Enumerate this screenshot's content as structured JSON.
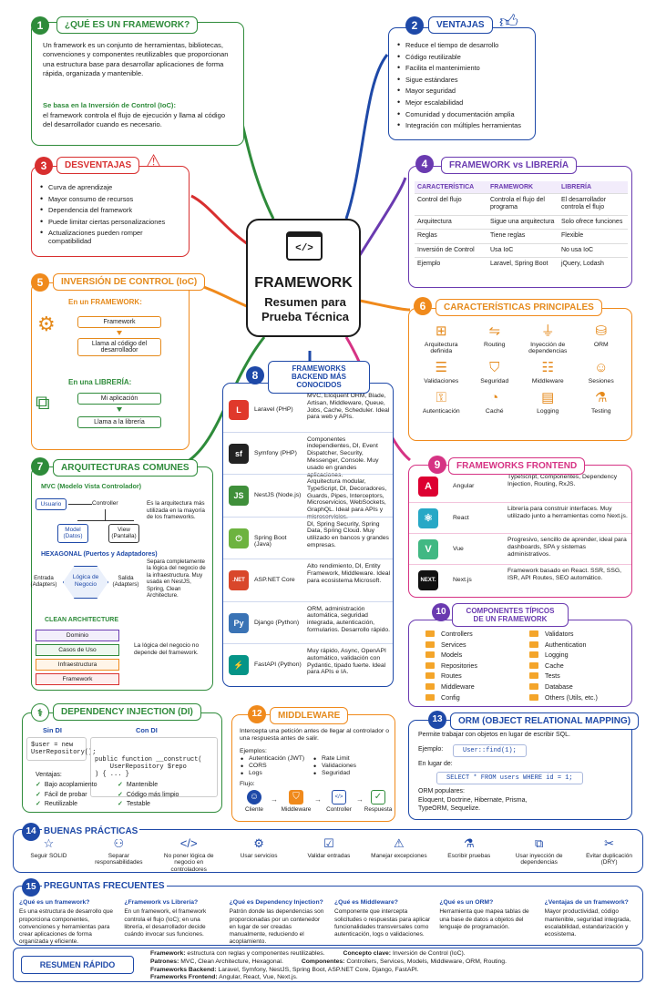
{
  "center": {
    "title": "FRAMEWORK",
    "subtitle": "Resumen para Prueba Técnica",
    "icon": "code-icon"
  },
  "s1": {
    "num": "1",
    "title": "¿QUÉ ES UN FRAMEWORK?",
    "text": "Un framework es un conjunto de herramientas, bibliotecas, convenciones y componentes reutilizables que proporcionan una estructura base para desarrollar aplicaciones de forma rápida, organizada y mantenible.",
    "ioc_label": "Se basa en la Inversión de Control (IoC):",
    "ioc_text": "el framework controla el flujo de ejecución y llama al código del desarrollador cuando es necesario."
  },
  "s2": {
    "num": "2",
    "title": "VENTAJAS",
    "items": [
      "Reduce el tiempo de desarrollo",
      "Código reutilizable",
      "Facilita el mantenimiento",
      "Sigue estándares",
      "Mayor seguridad",
      "Mejor escalabilidad",
      "Comunidad y documentación amplia",
      "Integración con múltiples herramientas"
    ]
  },
  "s3": {
    "num": "3",
    "title": "DESVENTAJAS",
    "items": [
      "Curva de aprendizaje",
      "Mayor consumo de recursos",
      "Dependencia del framework",
      "Puede limitar ciertas personalizaciones",
      "Actualizaciones pueden romper compatibilidad"
    ]
  },
  "s4": {
    "num": "4",
    "title": "FRAMEWORK vs LIBRERÍA",
    "headers": [
      "CARACTERÍSTICA",
      "FRAMEWORK",
      "LIBRERÍA"
    ],
    "rows": [
      [
        "Control del flujo",
        "Controla el flujo del programa",
        "El desarrollador controla el flujo"
      ],
      [
        "Arquitectura",
        "Sigue una arquitectura",
        "Solo ofrece funciones"
      ],
      [
        "Reglas",
        "Tiene reglas",
        "Flexible"
      ],
      [
        "Inversión de Control",
        "Usa IoC",
        "No usa IoC"
      ],
      [
        "Ejemplo",
        "Laravel, Spring Boot",
        "jQuery, Lodash"
      ]
    ]
  },
  "s5": {
    "num": "5",
    "title": "INVERSIÓN DE CONTROL (IoC)",
    "fw_label": "En un FRAMEWORK:",
    "fw_box1": "Framework",
    "fw_box2": "Llama al código del desarrollador",
    "lib_label": "En una LIBRERÍA:",
    "lib_box1": "Mi aplicación",
    "lib_box2": "Llama a la librería"
  },
  "s6": {
    "num": "6",
    "title": "CARACTERÍSTICAS PRINCIPALES",
    "items": [
      {
        "label": "Arquitectura definida",
        "icon": "sitemap-icon"
      },
      {
        "label": "Routing",
        "icon": "signpost-icon"
      },
      {
        "label": "Inyección de dependencias",
        "icon": "plug-icon"
      },
      {
        "label": "ORM",
        "icon": "database-icon"
      },
      {
        "label": "Validaciones",
        "icon": "checklist-icon"
      },
      {
        "label": "Seguridad",
        "icon": "shield-icon"
      },
      {
        "label": "Middleware",
        "icon": "sliders-icon"
      },
      {
        "label": "Sesiones",
        "icon": "user-icon"
      },
      {
        "label": "Autenticación",
        "icon": "lock-icon"
      },
      {
        "label": "Caché",
        "icon": "gauge-icon"
      },
      {
        "label": "Logging",
        "icon": "document-icon"
      },
      {
        "label": "Testing",
        "icon": "flask-icon"
      }
    ]
  },
  "s7": {
    "num": "7",
    "title": "ARQUITECTURAS COMUNES",
    "mvc_title": "MVC (Modelo Vista Controlador)",
    "mvc_user": "Usuario",
    "mvc_controller": "Controller",
    "mvc_model": "Model (Datos)",
    "mvc_view": "View (Pantalla)",
    "mvc_desc": "Es la arquitectura más utilizada en la mayoría de los frameworks.",
    "hex_title": "HEXAGONAL (Puertos y Adaptadores)",
    "hex_in": "Entrada (Adapters)",
    "hex_core": "Lógica de Negocio",
    "hex_out": "Salida (Adapters)",
    "hex_desc": "Separa completamente la lógica del negocio de la infraestructura. Muy usada en NestJS, Spring, Clean Architecture.",
    "clean_title": "CLEAN ARCHITECTURE",
    "clean_layers": [
      "Dominio",
      "Casos de Uso",
      "Infraestructura",
      "Framework"
    ],
    "clean_desc": "La lógica del negocio no depende del framework."
  },
  "s8": {
    "num": "8",
    "title": "FRAMEWORKS BACKEND MÁS CONOCIDOS",
    "items": [
      {
        "name": "Laravel (PHP)",
        "desc": "MVC, Eloquent ORM, Blade, Artisan, Middleware, Queue, Jobs, Cache, Scheduler. Ideal para web y APIs.",
        "logo": "laravel-logo",
        "color": "#e0392b",
        "glyph": "L"
      },
      {
        "name": "Symfony (PHP)",
        "desc": "Componentes independientes, DI, Event Dispatcher, Security, Messenger, Console. Muy usado en grandes aplicaciones.",
        "logo": "symfony-logo",
        "color": "#222222",
        "glyph": "sf"
      },
      {
        "name": "NestJS (Node.js)",
        "desc": "Arquitectura modular, TypeScript, DI, Decoradores, Guards, Pipes, Interceptors, Microservicios, WebSockets, GraphQL. Ideal para APIs y microservicios.",
        "logo": "node-logo",
        "color": "#3f8f3a",
        "glyph": "JS"
      },
      {
        "name": "Spring Boot (Java)",
        "desc": "DI, Spring Security, Spring Data, Spring Cloud. Muy utilizado en bancos y grandes empresas.",
        "logo": "spring-logo",
        "color": "#6db33f",
        "glyph": "⏻"
      },
      {
        "name": "ASP.NET Core",
        "desc": "Alto rendimiento, DI, Entity Framework, Middleware. Ideal para ecosistema Microsoft.",
        "logo": "dotnet-logo",
        "color": "#d9472b",
        "glyph": ".NET"
      },
      {
        "name": "Django (Python)",
        "desc": "ORM, administración automática, seguridad integrada, autenticación, formularios. Desarrollo rápido.",
        "logo": "python-logo",
        "color": "#3a73b5",
        "glyph": "Py"
      },
      {
        "name": "FastAPI (Python)",
        "desc": "Muy rápido, Async, OpenAPI automático, validación con Pydantic, tipado fuerte. Ideal para APIs e IA.",
        "logo": "fastapi-logo",
        "color": "#059487",
        "glyph": "⚡"
      }
    ]
  },
  "s9": {
    "num": "9",
    "title": "FRAMEWORKS FRONTEND",
    "items": [
      {
        "name": "Angular",
        "desc": "TypeScript, Componentes, Dependency Injection, Routing, RxJS.",
        "color": "#dd0031",
        "glyph": "A"
      },
      {
        "name": "React",
        "desc": "Librería para construir interfaces. Muy utilizado junto a herramientas como Next.js.",
        "color": "#27a8c6",
        "glyph": "⚛"
      },
      {
        "name": "Vue",
        "desc": "Progresivo, sencillo de aprender, ideal para dashboards, SPA y sistemas administrativos.",
        "color": "#41b883",
        "glyph": "V"
      },
      {
        "name": "Next.js",
        "desc": "Framework basado en React. SSR, SSG, ISR, API Routes, SEO automático.",
        "color": "#111111",
        "glyph": "NEXT."
      }
    ]
  },
  "s10": {
    "num": "10",
    "title": "COMPONENTES TÍPICOS DE UN FRAMEWORK",
    "col1": [
      "Controllers",
      "Services",
      "Models",
      "Repositories",
      "Routes",
      "Middleware",
      "Config"
    ],
    "col2": [
      "Validators",
      "Authentication",
      "Logging",
      "Cache",
      "Tests",
      "Database",
      "Others (Utils, etc.)"
    ]
  },
  "s11": {
    "num": "",
    "title": "DEPENDENCY INJECTION (DI)",
    "sin_label": "Sin DI",
    "con_label": "Con DI",
    "sin_code": [
      "$user = new",
      "UserRepository();"
    ],
    "con_code": [
      "public function __construct(",
      "    UserRepository $repo",
      ") { ... }"
    ],
    "vent_label": "Ventajas:",
    "vent1": [
      "Bajo acoplamiento",
      "Fácil de probar",
      "Reutilizable"
    ],
    "vent2": [
      "Mantenible",
      "Código más limpio",
      "Testable"
    ]
  },
  "s12": {
    "num": "12",
    "title": "MIDDLEWARE",
    "desc": "Intercepta una petición antes de llegar al controlador o una respuesta antes de salir.",
    "ej_label": "Ejemplos:",
    "ej1": [
      "Autenticación (JWT)",
      "CORS",
      "Logs"
    ],
    "ej2": [
      "Rate Limit",
      "Validaciones",
      "Seguridad"
    ],
    "flow_label": "Flujo:",
    "flow": [
      "Cliente",
      "Middleware",
      "Controller",
      "Respuesta"
    ]
  },
  "s13": {
    "num": "13",
    "title": "ORM (OBJECT RELATIONAL MAPPING)",
    "desc": "Permite trabajar con objetos en lugar de escribir SQL.",
    "ej_label": "Ejemplo:",
    "ej_code": "User::find(1);",
    "instead_label": "En lugar de:",
    "instead_code": "SELECT * FROM users WHERE id = 1;",
    "pop_label": "ORM populares:",
    "pop_text": "Eloquent, Doctrine, Hibernate, Prisma, TypeORM, Sequelize."
  },
  "s14": {
    "num": "14",
    "title": "BUENAS PRÁCTICAS",
    "items": [
      {
        "label": "Seguir SOLID",
        "icon": "star-icon",
        "glyph": "☆"
      },
      {
        "label": "Separar responsabilidades",
        "icon": "hierarchy-icon",
        "glyph": "⚇"
      },
      {
        "label": "No poner lógica de negocio en controladores",
        "icon": "code-icon",
        "glyph": "</>"
      },
      {
        "label": "Usar servicios",
        "icon": "gear-icon",
        "glyph": "⚙"
      },
      {
        "label": "Validar entradas",
        "icon": "clipboard-icon",
        "glyph": "☑"
      },
      {
        "label": "Manejar excepciones",
        "icon": "warning-icon",
        "glyph": "⚠"
      },
      {
        "label": "Escribir pruebas",
        "icon": "flask-icon",
        "glyph": "⚗"
      },
      {
        "label": "Usar inyección de dependencias",
        "icon": "puzzle-icon",
        "glyph": "⧉"
      },
      {
        "label": "Evitar duplicación (DRY)",
        "icon": "tools-icon",
        "glyph": "✂"
      }
    ]
  },
  "s15": {
    "num": "15",
    "title": "PREGUNTAS FRECUENTES",
    "items": [
      {
        "q": "¿Qué es un framework?",
        "a": "Es una estructura de desarrollo que proporciona componentes, convenciones y herramientas para crear aplicaciones de forma organizada y eficiente."
      },
      {
        "q": "¿Framework vs Librería?",
        "a": "En un framework, el framework controla el flujo (IoC); en una librería, el desarrollador decide cuándo invocar sus funciones."
      },
      {
        "q": "¿Qué es Dependency Injection?",
        "a": "Patrón donde las dependencias son proporcionadas por un contenedor en lugar de ser creadas manualmente, reduciendo el acoplamiento."
      },
      {
        "q": "¿Qué es Middleware?",
        "a": "Componente que intercepta solicitudes o respuestas para aplicar funcionalidades transversales como autenticación, logs o validaciones."
      },
      {
        "q": "¿Qué es un ORM?",
        "a": "Herramienta que mapea tablas de una base de datos a objetos del lenguaje de programación."
      },
      {
        "q": "¿Ventajas de un framework?",
        "a": "Mayor productividad, código mantenible, seguridad integrada, escalabilidad, estandarización y ecosistema."
      }
    ]
  },
  "summary": {
    "title": "RESUMEN RÁPIDO",
    "l1_label": "Framework:",
    "l1_text": "estructura con reglas y componentes reutilizables.",
    "l1b_label": "Concepto clave:",
    "l1b_text": "Inversión de Control (IoC).",
    "l2_label": "Patrones:",
    "l2_text": "MVC, Clean Architecture, Hexagonal.",
    "l2b_label": "Componentes:",
    "l2b_text": "Controllers, Services, Models, Middleware, ORM, Routing.",
    "l3_label": "Frameworks Backend:",
    "l3_text": "Laravel, Symfony, NestJS, Spring Boot, ASP.NET Core, Django, FastAPI.",
    "l4_label": "Frameworks Frontend:",
    "l4_text": "Angular, React, Vue, Next.js."
  },
  "colors": {
    "green": "#2e8b3a",
    "blue": "#1e49a8",
    "red": "#d82f2f",
    "purple": "#6a3ab0",
    "orange": "#f08a1c",
    "pink": "#d63384"
  }
}
